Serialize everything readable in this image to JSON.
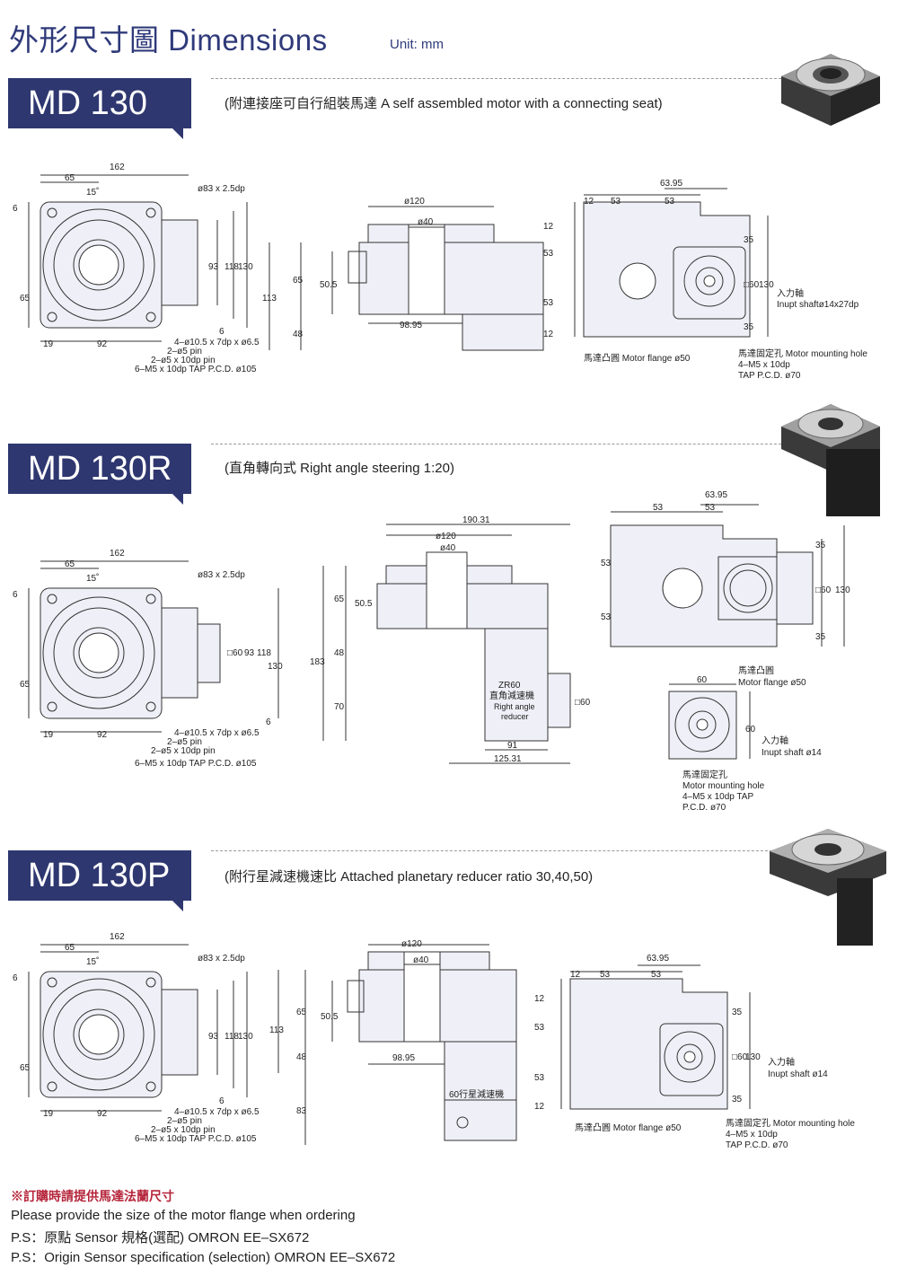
{
  "header": {
    "title": "外形尺寸圖 Dimensions",
    "unit": "Unit: mm"
  },
  "sections": [
    {
      "model": "MD 130",
      "subtitle": "(附連接座可自行組裝馬達  A self assembled motor with a connecting seat)",
      "front": {
        "d162": "162",
        "d65": "65",
        "d15": "15˚",
        "d83": "ø83 x 2.5dp",
        "d6": "6",
        "d93": "93",
        "d118": "118",
        "d130": "130",
        "d65b": "65",
        "d19": "19",
        "d92": "92",
        "d6b": "6",
        "n1": "4–ø10.5 x 7dp x ø6.5",
        "n2": "2–ø5 pin",
        "n3": "2–ø5 x 10dp pin",
        "n4": "6–M5 x 10dp TAP P.C.D. ø105"
      },
      "side": {
        "d120": "ø120",
        "d40": "ø40",
        "d113": "113",
        "d65": "65",
        "d50": "50.5",
        "d48": "48",
        "d98": "98.95"
      },
      "rear": {
        "d6395": "63.95",
        "d12": "12",
        "d53": "53",
        "d53b": "53",
        "d12v": "12",
        "d53v": "53",
        "d53v2": "53",
        "d12v2": "12",
        "d35": "35",
        "d60": "□60",
        "d130": "130",
        "d35b": "35",
        "shaft_cn": "入力軸",
        "shaft": "Inupt shaftø14x27dp",
        "flange": "馬達凸圓 Motor flange ø50",
        "mh1": "馬達固定孔 Motor mounting hole",
        "mh2": "4–M5 x 10dp",
        "mh3": "TAP P.C.D. ø70"
      }
    },
    {
      "model": "MD 130R",
      "subtitle": "(直角轉向式 Right angle steering 1:20)",
      "front": {
        "d162": "162",
        "d65": "65",
        "d15": "15˚",
        "d83": "ø83 x 2.5dp",
        "d6": "6",
        "d60": "□60",
        "d93": "93",
        "d118": "118",
        "d130": "130",
        "d65b": "65",
        "d19": "19",
        "d92": "92",
        "d6b": "6",
        "n1": "4–ø10.5 x 7dp x ø6.5",
        "n2": "2–ø5 pin",
        "n3": "2–ø5 x 10dp pin",
        "n4": "6–M5 x 10dp TAP P.C.D. ø105"
      },
      "side": {
        "d190": "190.31",
        "d120": "ø120",
        "d40": "ø40",
        "d183": "183",
        "d65": "65",
        "d50": "50.5",
        "d48": "48",
        "d70": "70",
        "d60": "□60",
        "d91": "91",
        "d125": "125.31",
        "zr": "ZR60",
        "zr_cn": "直角減速機",
        "ra": "Right angle",
        "red": "reducer"
      },
      "top": {
        "d6395": "63.95",
        "d53": "53",
        "d53b": "53",
        "d53v": "53",
        "d53v2": "53",
        "d35": "35",
        "d60": "□60",
        "d130": "130",
        "d35b": "35"
      },
      "flange": {
        "d60": "60",
        "d60v": "60",
        "fl_cn": "馬達凸圓",
        "fl": "Motor flange ø50",
        "sh_cn": "入力軸",
        "sh": "Inupt shaft ø14",
        "mh_cn": "馬達固定孔",
        "mh1": "Motor mounting hole",
        "mh2": "4–M5 x 10dp TAP",
        "mh3": "P.C.D. ø70"
      }
    },
    {
      "model": "MD 130P",
      "subtitle": "(附行星減速機速比 Attached planetary reducer ratio 30,40,50)",
      "front": {
        "d162": "162",
        "d65": "65",
        "d15": "15˚",
        "d83": "ø83 x 2.5dp",
        "d6": "6",
        "d93": "93",
        "d118": "118",
        "d130": "130",
        "d65b": "65",
        "d19": "19",
        "d92": "92",
        "d6b": "6",
        "n1": "4–ø10.5 x 7dp x ø6.5",
        "n2": "2–ø5 pin",
        "n3": "2–ø5 x 10dp pin",
        "n4": "6–M5 x 10dp TAP P.C.D. ø105"
      },
      "side": {
        "d120": "ø120",
        "d40": "ø40",
        "d113": "113",
        "d65": "65",
        "d50": "50.5",
        "d48": "48",
        "d83": "83",
        "d98": "98.95",
        "pl": "60行星減速機"
      },
      "rear": {
        "d6395": "63.95",
        "d12": "12",
        "d53": "53",
        "d53b": "53",
        "d12v": "12",
        "d53v": "53",
        "d53v2": "53",
        "d12v2": "12",
        "d35": "35",
        "d60": "□60",
        "d130": "130",
        "d35b": "35",
        "shaft_cn": "入力軸",
        "shaft": "Inupt shaft ø14",
        "flange": "馬達凸圓 Motor flange ø50",
        "mh1": "馬達固定孔 Motor mounting hole",
        "mh2": "4–M5 x 10dp",
        "mh3": "TAP P.C.D. ø70"
      }
    }
  ],
  "notes": {
    "order_cn": "※訂購時請提供馬達法蘭尺寸",
    "order_en": "Please provide the size of the motor flange when ordering",
    "ps1": "P.S：原點 Sensor 規格(選配)  OMRON EE–SX672",
    "ps2": "P.S：Origin Sensor specification (selection) OMRON EE–SX672"
  }
}
